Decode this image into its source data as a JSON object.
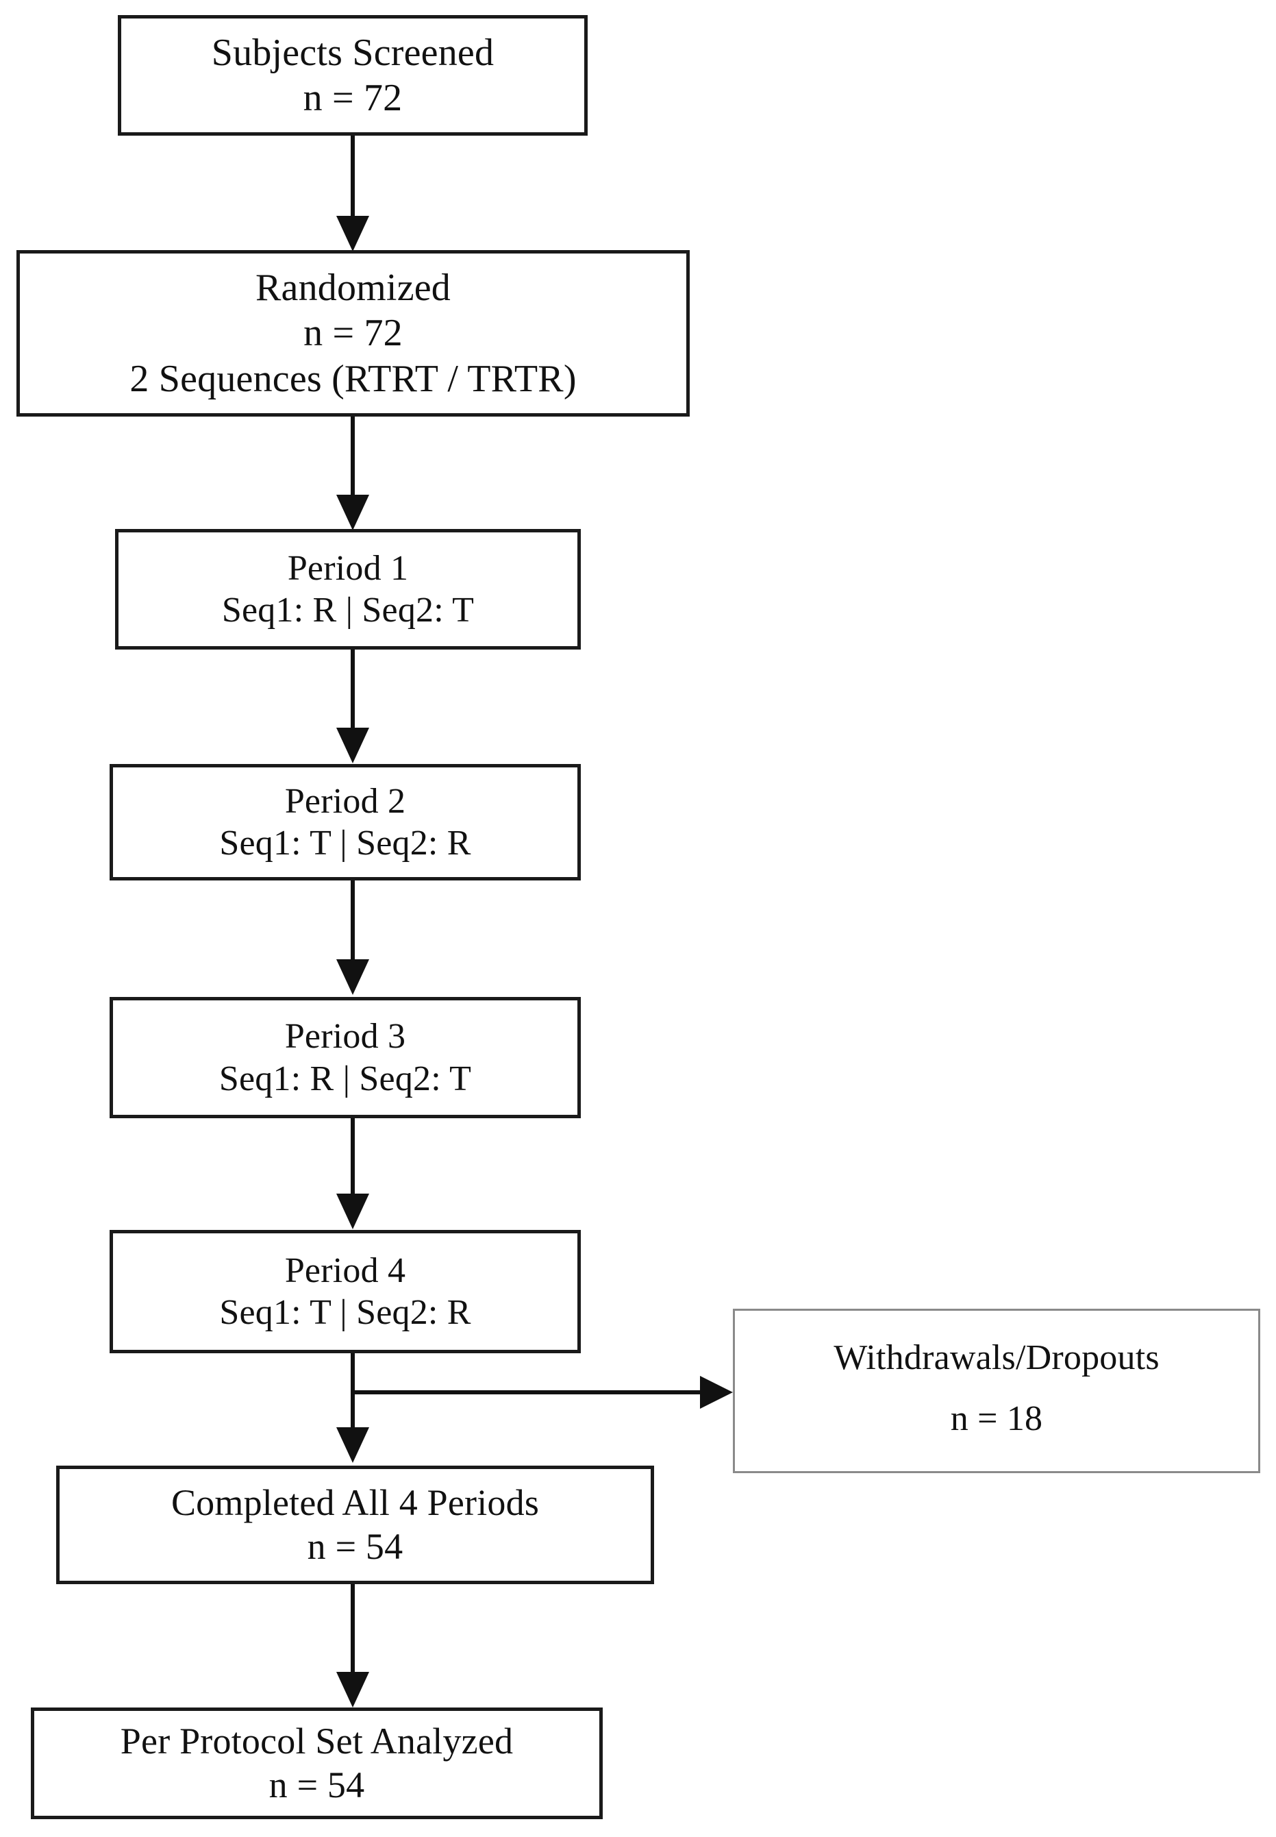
{
  "diagram": {
    "title": "CONSORT-style subject disposition flow diagram",
    "type": "flowchart",
    "background_color": "#ffffff",
    "line_color": "#111111",
    "nodes": [
      {
        "id": "screened",
        "lines": [
          "Subjects Screened",
          "n = 72"
        ],
        "line1": "Subjects Screened",
        "line2": "n = 72",
        "line3": ""
      },
      {
        "id": "randomized",
        "lines": [
          "Randomized",
          "n = 72",
          "2 Sequences (RTRT / TRTR)"
        ],
        "line1": "Randomized",
        "line2": "n = 72",
        "line3": "2 Sequences (RTRT / TRTR)"
      },
      {
        "id": "period1",
        "lines": [
          "Period 1",
          "Seq1: R | Seq2: T"
        ],
        "line1": "Period 1",
        "line2": "Seq1: R | Seq2: T",
        "line3": ""
      },
      {
        "id": "period2",
        "lines": [
          "Period 2",
          "Seq1: T | Seq2: R"
        ],
        "line1": "Period 2",
        "line2": "Seq1: T | Seq2: R",
        "line3": ""
      },
      {
        "id": "period3",
        "lines": [
          "Period 3",
          "Seq1: R | Seq2: T"
        ],
        "line1": "Period 3",
        "line2": "Seq1: R | Seq2: T",
        "line3": ""
      },
      {
        "id": "period4",
        "lines": [
          "Period 4",
          "Seq1: T | Seq2: R"
        ],
        "line1": "Period 4",
        "line2": "Seq1: T | Seq2: R",
        "line3": ""
      },
      {
        "id": "withdrawals",
        "lines": [
          "Withdrawals/Dropouts",
          "n = 18"
        ],
        "line1": "Withdrawals/Dropouts",
        "line2": "n = 18",
        "line3": ""
      },
      {
        "id": "completed",
        "lines": [
          "Completed All 4 Periods",
          "n = 54"
        ],
        "line1": "Completed All 4 Periods",
        "line2": "n = 54",
        "line3": ""
      },
      {
        "id": "perprotocol",
        "lines": [
          "Per Protocol Set Analyzed",
          "n = 54"
        ],
        "line1": "Per Protocol Set Analyzed",
        "line2": "n = 54",
        "line3": ""
      }
    ],
    "edges": [
      {
        "from": "screened",
        "to": "randomized",
        "direction": "down"
      },
      {
        "from": "randomized",
        "to": "period1",
        "direction": "down"
      },
      {
        "from": "period1",
        "to": "period2",
        "direction": "down"
      },
      {
        "from": "period2",
        "to": "period3",
        "direction": "down"
      },
      {
        "from": "period3",
        "to": "period4",
        "direction": "down"
      },
      {
        "from": "period4",
        "to": "completed",
        "direction": "down"
      },
      {
        "from": "period4",
        "to": "withdrawals",
        "direction": "right"
      },
      {
        "from": "completed",
        "to": "perprotocol",
        "direction": "down"
      }
    ],
    "counts": {
      "screened": 72,
      "randomized": 72,
      "withdrawals": 18,
      "completed": 54,
      "analyzed": 54
    }
  }
}
